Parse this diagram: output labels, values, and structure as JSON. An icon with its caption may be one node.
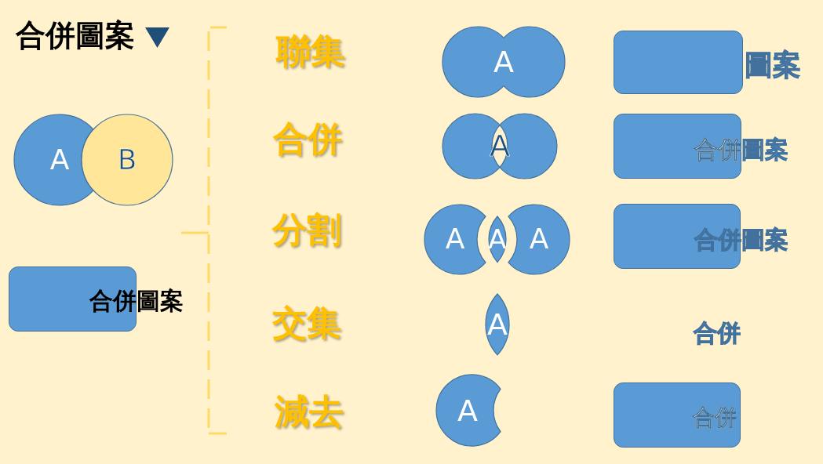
{
  "diagram": {
    "title": "合併圖案",
    "nodes": [
      {
        "text": [
          "A"
        ]
      },
      {
        "text": [
          "B"
        ]
      },
      {
        "text": [
          "合併圖案"
        ]
      },
      {
        "text": [
          "A"
        ]
      },
      {
        "text": [
          "圖案"
        ]
      },
      {
        "text": [
          "A"
        ]
      },
      {
        "text": [
          "合併圖案"
        ]
      },
      {
        "text": [
          "A"
        ]
      },
      {
        "text": [
          "A"
        ]
      },
      {
        "text": [
          "A"
        ]
      },
      {
        "text": [
          "合併圖案"
        ]
      },
      {
        "text": [
          "A"
        ]
      },
      {
        "text": [
          "A"
        ]
      },
      {
        "text": [
          "合併"
        ]
      }
    ],
    "labels": [
      "聯集",
      "合併",
      "分割",
      "交集",
      "合併",
      "減去"
    ]
  }
}
